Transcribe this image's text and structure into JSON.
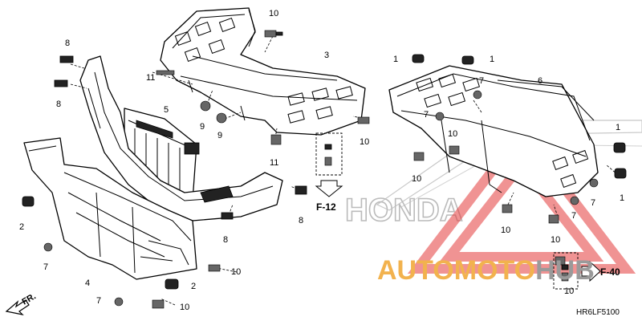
{
  "diagram_code": "HR6LF5100",
  "direction": {
    "label": "FR."
  },
  "refs": {
    "f12": "F-12",
    "f40": "F-40"
  },
  "watermark": {
    "brand_part1": "AUTO",
    "brand_part2": "MOTO",
    "brand_part3": "HUB",
    "honda_text": "HONDA"
  },
  "parts": {
    "p1a": "1",
    "p1b": "1",
    "p1c": "1",
    "p1d": "1",
    "p2a": "2",
    "p2b": "2",
    "p3": "3",
    "p4": "4",
    "p5": "5",
    "p6": "6",
    "p7a": "7",
    "p7b": "7",
    "p7c": "7",
    "p7d": "7",
    "p7e": "7",
    "p7f": "7",
    "p8a": "8",
    "p8b": "8",
    "p8c": "8",
    "p8d": "8",
    "p9a": "9",
    "p9b": "9",
    "p10a": "10",
    "p10b": "10",
    "p10c": "10",
    "p10d": "10",
    "p10e": "10",
    "p10f": "10",
    "p10g": "10",
    "p10h": "10",
    "p10i": "10",
    "p11a": "11",
    "p11b": "11"
  },
  "colors": {
    "watermark_red": "#e43a3a",
    "watermark_orange": "#f2b24e",
    "watermark_grey": "#9a9a9a"
  }
}
